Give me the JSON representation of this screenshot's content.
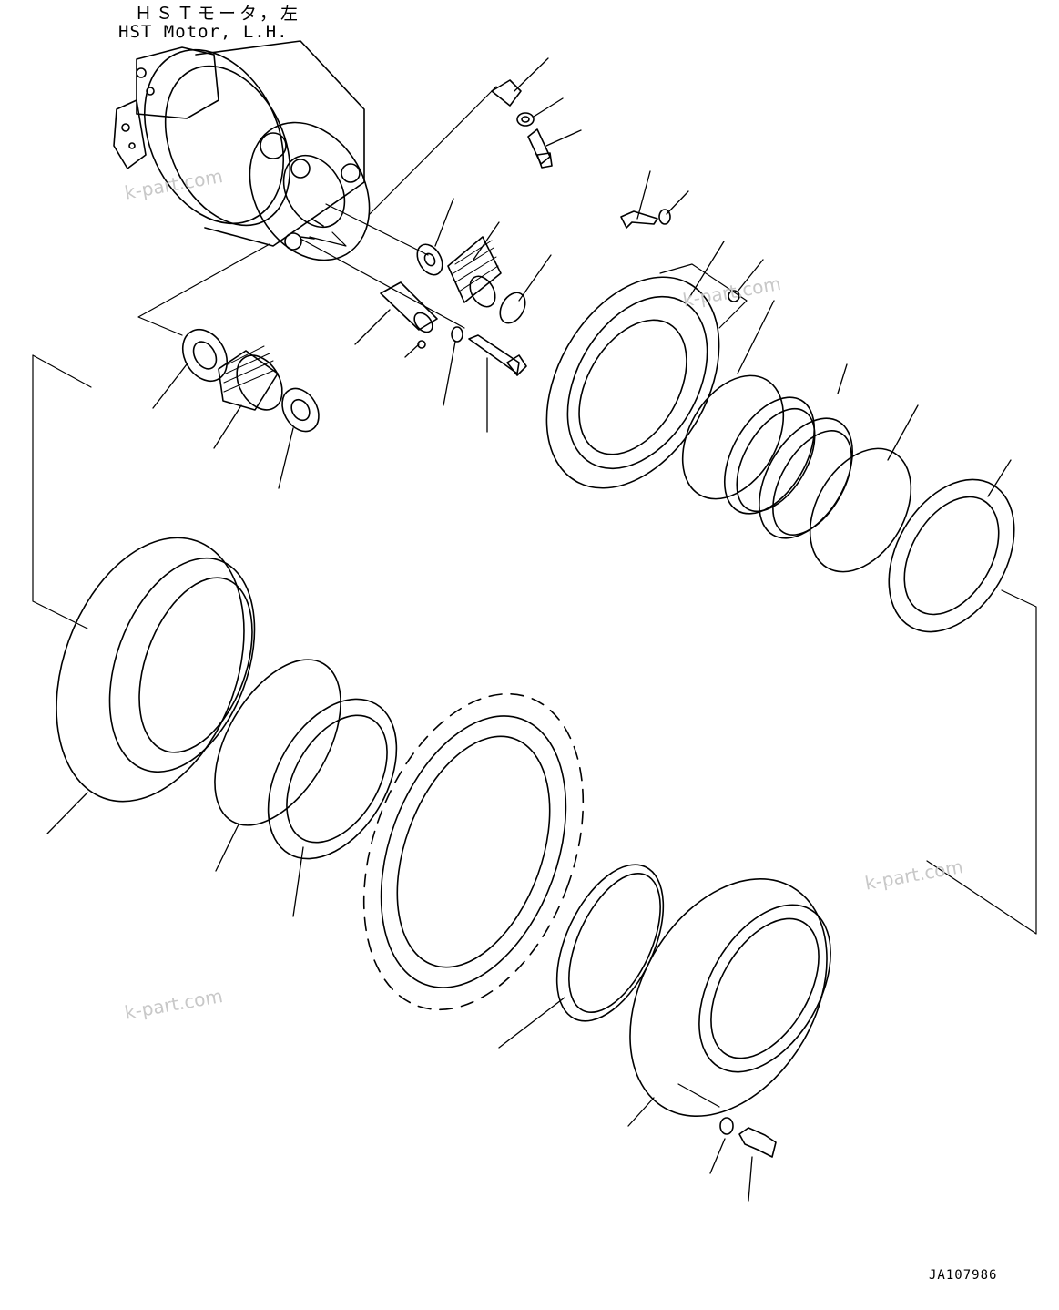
{
  "title_ja": "ＨＳＴモータ，左",
  "title_en": "HST Motor, L.H.",
  "drawing_code": "JA107986",
  "watermarks": [
    "k-part.com",
    "k-part.com",
    "k-part.com",
    "k-part.com"
  ]
}
